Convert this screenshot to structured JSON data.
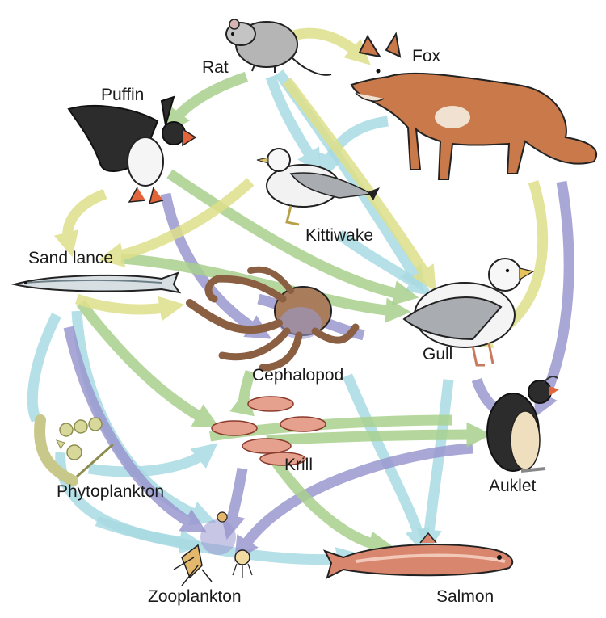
{
  "colors": {
    "producer": "#a9dbe3",
    "invertebrate": "#9a98cf",
    "fish": "#a9d18e",
    "top": "#dfe08a",
    "fox_body": "#c9794a",
    "gull_grey": "#a9acb0",
    "rat_grey": "#b5b5b5",
    "octopus": "#a97d5b",
    "krill": "#e6a08e",
    "salmon": "#d9866f"
  },
  "organisms": {
    "rat": {
      "label": "Rat",
      "icon": "rat-icon"
    },
    "fox": {
      "label": "Fox",
      "icon": "fox-icon"
    },
    "puffin": {
      "label": "Puffin",
      "icon": "puffin-icon"
    },
    "kittiwake": {
      "label": "Kittiwake",
      "icon": "kittiwake-icon"
    },
    "sand_lance": {
      "label": "Sand lance",
      "icon": "fish-icon"
    },
    "gull": {
      "label": "Gull",
      "icon": "gull-icon"
    },
    "cephalopod": {
      "label": "Cephalopod",
      "icon": "octopus-icon"
    },
    "auklet": {
      "label": "Auklet",
      "icon": "auklet-icon"
    },
    "krill": {
      "label": "Krill",
      "icon": "krill-icon"
    },
    "phytoplankton": {
      "label": "Phytoplankton",
      "icon": "phytoplankton-icon"
    },
    "zooplankton": {
      "label": "Zooplankton",
      "icon": "zooplankton-icon"
    },
    "salmon": {
      "label": "Salmon",
      "icon": "salmon-icon"
    }
  }
}
